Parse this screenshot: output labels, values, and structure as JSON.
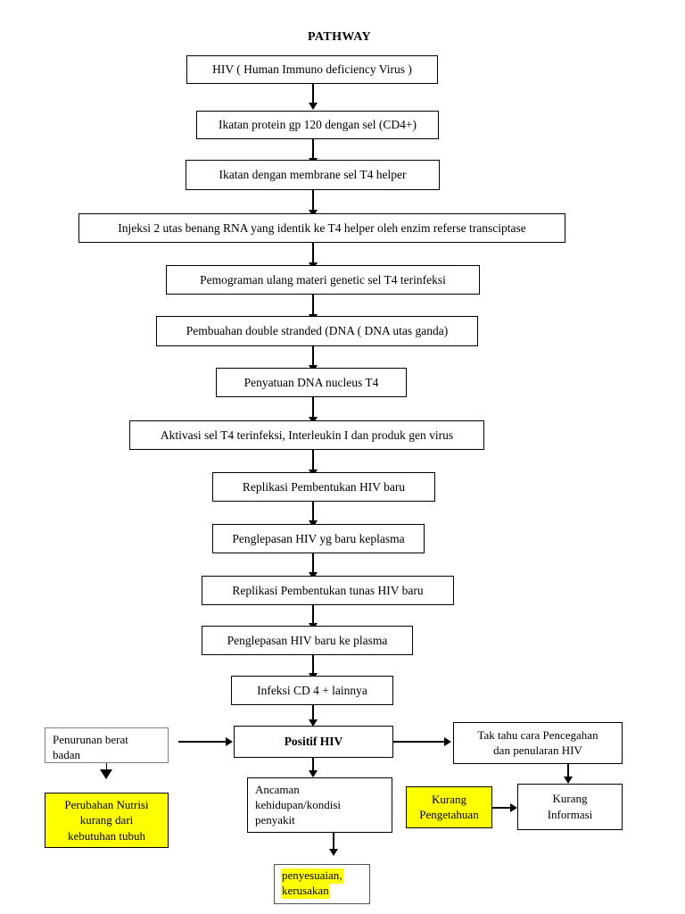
{
  "title": "PATHWAY",
  "diagram": {
    "type": "flowchart",
    "orientation": "top-to-bottom",
    "colors": {
      "highlight": "#ffff00",
      "border": "#000000",
      "background": "#ffffff",
      "soft_border": "#808080"
    },
    "nodes": [
      {
        "id": "n1",
        "label": "HIV ( Human Immuno deficiency Virus )"
      },
      {
        "id": "n2",
        "label": "Ikatan protein gp 120 dengan sel (CD4+)"
      },
      {
        "id": "n3",
        "label": "Ikatan dengan membrane sel T4 helper"
      },
      {
        "id": "n4",
        "label": "Injeksi 2 utas benang RNA yang identik ke T4 helper oleh enzim referse transciptase"
      },
      {
        "id": "n5",
        "label": "Pemograman ulang materi genetic sel T4 terinfeksi"
      },
      {
        "id": "n6",
        "label": "Pembuahan double stranded (DNA ( DNA utas ganda)"
      },
      {
        "id": "n7",
        "label": "Penyatuan DNA nucleus T4"
      },
      {
        "id": "n8",
        "label": "Aktivasi sel T4 terinfeksi, Interleukin I dan produk gen virus"
      },
      {
        "id": "n9",
        "label": "Replikasi Pembentukan HIV baru"
      },
      {
        "id": "n10",
        "label": "Penglepasan HIV yg baru keplasma"
      },
      {
        "id": "n11",
        "label": "Replikasi Pembentukan tunas HIV baru"
      },
      {
        "id": "n12",
        "label": "Penglepasan HIV baru ke plasma"
      },
      {
        "id": "n13",
        "label": "Infeksi CD 4 + lainnya"
      },
      {
        "id": "n14",
        "label": "Positif HIV",
        "bold": true
      },
      {
        "id": "n15",
        "label": "Penurunan berat badan"
      },
      {
        "id": "n16",
        "label": "Perubahan Nutrisi kurang dari kebutuhan tubuh",
        "highlighted": true
      },
      {
        "id": "n17",
        "label": "Ancaman kehidupan/kondisi penyakit"
      },
      {
        "id": "n18",
        "label": "Tak tahu cara Pencegahan dan penularan HIV"
      },
      {
        "id": "n19",
        "label": "Kurang Pengetahuan",
        "highlighted": true
      },
      {
        "id": "n20",
        "label": "Kurang Informasi"
      },
      {
        "id": "n21",
        "label": "penyesuaian, kerusakan",
        "highlighted": true
      }
    ],
    "node_text": {
      "n1": "HIV ( Human Immuno deficiency Virus )",
      "n2": "Ikatan protein gp 120 dengan sel (CD4+)",
      "n3": "Ikatan dengan membrane sel T4 helper",
      "n4": "Injeksi 2 utas benang RNA yang identik ke T4 helper oleh enzim referse transciptase",
      "n5": "Pemograman ulang materi genetic sel T4 terinfeksi",
      "n6": "Pembuahan double stranded (DNA ( DNA utas ganda)",
      "n7": "Penyatuan DNA nucleus T4",
      "n8": "Aktivasi sel T4 terinfeksi, Interleukin I dan produk gen virus",
      "n9": "Replikasi Pembentukan HIV baru",
      "n10": "Penglepasan HIV yg baru keplasma",
      "n11": "Replikasi Pembentukan tunas HIV baru",
      "n12": "Penglepasan HIV baru ke plasma",
      "n13": "Infeksi CD 4 + lainnya",
      "n14": "Positif HIV",
      "n15_line1": "Penurunan berat",
      "n15_line2": "badan",
      "n16_line1": "Perubahan Nutrisi",
      "n16_line2": "kurang dari",
      "n16_line3": "kebutuhan tubuh",
      "n17_line1": "Ancaman",
      "n17_line2": "kehidupan/kondisi",
      "n17_line3": "penyakit",
      "n18_line1": "Tak tahu cara Pencegahan",
      "n18_line2": "dan penularan HIV",
      "n19_line1": "Kurang",
      "n19_line2": "Pengetahuan",
      "n20_line1": "Kurang",
      "n20_line2": "Informasi",
      "n21_line1": "penyesuaian,",
      "n21_line2": "kerusakan"
    },
    "edges": [
      {
        "from": "n1",
        "to": "n2",
        "style": "arrow-down"
      },
      {
        "from": "n2",
        "to": "n3",
        "style": "arrow-down"
      },
      {
        "from": "n3",
        "to": "n4",
        "style": "arrow-down"
      },
      {
        "from": "n4",
        "to": "n5",
        "style": "arrow-down"
      },
      {
        "from": "n5",
        "to": "n6",
        "style": "arrow-down"
      },
      {
        "from": "n6",
        "to": "n7",
        "style": "arrow-down"
      },
      {
        "from": "n7",
        "to": "n8",
        "style": "arrow-down"
      },
      {
        "from": "n8",
        "to": "n9",
        "style": "arrow-down"
      },
      {
        "from": "n9",
        "to": "n10",
        "style": "arrow-down"
      },
      {
        "from": "n10",
        "to": "n11",
        "style": "arrow-down"
      },
      {
        "from": "n11",
        "to": "n12",
        "style": "arrow-down"
      },
      {
        "from": "n12",
        "to": "n13",
        "style": "arrow-down"
      },
      {
        "from": "n13",
        "to": "n14",
        "style": "arrow-down"
      },
      {
        "from": "n15",
        "to": "n14",
        "style": "arrow-right"
      },
      {
        "from": "n15",
        "to": "n16",
        "style": "arrow-down-open"
      },
      {
        "from": "n14",
        "to": "n17",
        "style": "arrow-down"
      },
      {
        "from": "n14",
        "to": "n18",
        "style": "arrow-right"
      },
      {
        "from": "n18",
        "to": "n20",
        "style": "arrow-down"
      },
      {
        "from": "n19",
        "to": "n20",
        "style": "arrow-right"
      },
      {
        "from": "n17",
        "to": "n21",
        "style": "arrow-down"
      }
    ]
  }
}
